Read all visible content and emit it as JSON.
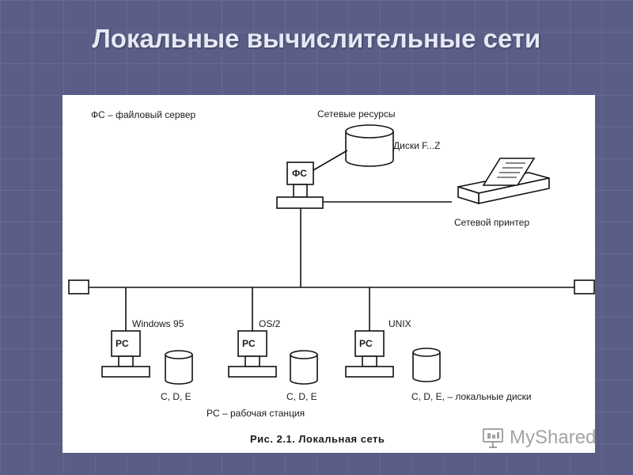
{
  "slide": {
    "title": "Локальные вычислительные сети"
  },
  "diagram": {
    "legend_fs": "ФС – файловый сервер",
    "network_resources": "Сетевые ресурсы",
    "disks_label": "Диски F...Z",
    "server_label": "ФС",
    "printer_label": "Сетевой принтер",
    "workstations": [
      {
        "os": "Windows 95",
        "pc": "PC",
        "disks": "C, D, E"
      },
      {
        "os": "OS/2",
        "pc": "PC",
        "disks": "C, D, E"
      },
      {
        "os": "UNIX",
        "pc": "PC",
        "disks": "C, D, E, – локальные диски"
      }
    ],
    "legend_pc": "PC – рабочая станция",
    "caption": "Рис. 2.1. Локальная сеть"
  },
  "watermark": {
    "text": "MyShared"
  }
}
